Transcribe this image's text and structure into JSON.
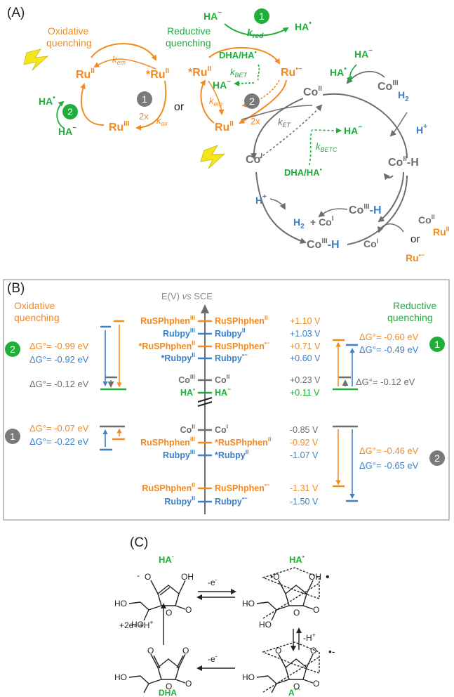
{
  "colors": {
    "orange": "#f28a20",
    "green": "#1fae3a",
    "gray": "#6e6e6e",
    "blue": "#3a7fc9",
    "gold": "#f7e51b",
    "dark": "#222222",
    "panelBorder": "#9a9a9a"
  },
  "panelA": {
    "label": "(A)",
    "oxidative": {
      "title1": "Oxidative",
      "title2": "quenching",
      "ruII_top": "Ru",
      "ruII_top_sup": "II",
      "ruII_star": "*Ru",
      "ruII_star_sup": "II",
      "ruIII": "Ru",
      "ruIII_sup": "III",
      "kem": "k",
      "kem_sub": "em",
      "kox": "k",
      "kox_sub": "ox",
      "two_x": "2x",
      "step_badge": "1",
      "step2_badge": "2",
      "ha_radical": "HA",
      "ha_minus": "HA",
      "dot": "•",
      "minus": "−"
    },
    "or1": "or",
    "reductive": {
      "title1": "Reductive",
      "title2": "quenching",
      "ruII_star": "*Ru",
      "ruII_star_sup": "II",
      "ru_red": "Ru",
      "ru_red_sup": "•−",
      "ruII_bottom": "Ru",
      "ruII_bottom_sup": "II",
      "kem": "k",
      "kem_sub": "em",
      "kbet": "k",
      "kbet_sub": "BET",
      "dha_ha": "DHA/HA",
      "ha_minus": "HA",
      "ha_minus_top": "HA",
      "ha_radical_top": "HA",
      "kred": "k",
      "kred_sub": "red",
      "badge1": "1",
      "badge2": "2",
      "two_x": "2x"
    },
    "cobalt": {
      "coII": "Co",
      "coII_sup": "II",
      "coIII": "Co",
      "coIII_sup": "III",
      "ha_minus": "HA",
      "ha_radical": "HA",
      "h2_top": "H",
      "h2_sub": "2",
      "hplus": "H",
      "coII_H": "Co",
      "coII_H_sup": "II",
      "coII_H_tail": "-H",
      "coI": "Co",
      "coI_sup": "I",
      "ket": "k",
      "ket_sub": "ET",
      "kbetc": "k",
      "kbetc_sub": "BETC",
      "ha_minus_mid": "HA",
      "dha_ha": "DHA/HA",
      "hplus_left": "H",
      "h2_bottom": "H",
      "h2_bottom_sub": "2",
      "plus_coI": "+ Co",
      "plus_coI_sup": "I",
      "coIII_H": "Co",
      "coIII_H_sup": "III",
      "coIII_H_tail": "-H",
      "coIII_H2": "Co",
      "coIII_H2_sup": "III",
      "coIII_H2_tail": "-H",
      "coI_b": "Co",
      "coI_b_sup": "I",
      "coII_b": "Co",
      "coII_b_sup": "II",
      "ruII_b": "Ru",
      "ruII_b_sup": "II",
      "or2": "or",
      "ru_red_b": "Ru",
      "ru_red_b_sup": "•−"
    }
  },
  "panelB": {
    "label": "(B)",
    "axis_title_a": "E(V)",
    "axis_title_vs": "vs",
    "axis_title_b": "SCE",
    "left_title1": "Oxidative",
    "left_title2": "quenching",
    "right_title1": "Reductive",
    "right_title2": "quenching",
    "levels": [
      {
        "left": "RuSPhphen",
        "left_sup": "III",
        "right": "RuSPhphen",
        "right_sup": "II",
        "value": "+1.10 V",
        "color": "orange"
      },
      {
        "left": "Rubpy",
        "left_sup": "III",
        "right": "Rubpy",
        "right_sup": "II",
        "value": "+1.03 V",
        "color": "blue"
      },
      {
        "left": "*RuSPhphen",
        "left_sup": "II",
        "right": "RuSPhphen",
        "right_sup": "•−",
        "value": "+0.71 V",
        "color": "orange"
      },
      {
        "left": "*Rubpy",
        "left_sup": "II",
        "right": "Rubpy",
        "right_sup": "•−",
        "value": "+0.60 V",
        "color": "blue"
      },
      {
        "left": "Co",
        "left_sup": "III",
        "right": "Co",
        "right_sup": "II",
        "value": "+0.23 V",
        "color": "gray"
      },
      {
        "left": "HA",
        "left_sup": "•",
        "right": "HA",
        "right_sup": "−",
        "value": "+0.11 V",
        "color": "green"
      },
      {
        "left": "Co",
        "left_sup": "II",
        "right": "Co",
        "right_sup": "I",
        "value": "-0.85 V",
        "color": "gray"
      },
      {
        "left": "RuSPhphen",
        "left_sup": "III",
        "right": "*RuSPhphen",
        "right_sup": "II",
        "value": "-0.92 V",
        "color": "orange"
      },
      {
        "left": "Rubpy",
        "left_sup": "III",
        "right": "*Rubpy",
        "right_sup": "II",
        "value": "-1.07 V",
        "color": "blue"
      },
      {
        "left": "RuSPhphen",
        "left_sup": "II",
        "right": "RuSPhphen",
        "right_sup": "•−",
        "value": "-1.31 V",
        "color": "orange"
      },
      {
        "left": "Rubpy",
        "left_sup": "II",
        "right": "Rubpy",
        "right_sup": "•−",
        "value": "-1.50 V",
        "color": "blue"
      }
    ],
    "left_top": {
      "badge": "2",
      "dg_orange": "ΔG°= -0.99 eV",
      "dg_blue": "ΔG°= -0.92 eV",
      "dg_gray": "ΔG°= -0.12 eV"
    },
    "left_bottom": {
      "badge": "1",
      "dg_orange": "ΔG°= -0.07 eV",
      "dg_blue": "ΔG°= -0.22 eV"
    },
    "right_top": {
      "badge": "1",
      "dg_orange": "ΔG°= -0.60 eV",
      "dg_blue": "ΔG°= -0.49 eV",
      "dg_gray": "ΔG°= -0.12 eV"
    },
    "right_bottom": {
      "badge": "2",
      "dg_orange": "ΔG°= -0.46 eV",
      "dg_blue": "ΔG°= -0.65 eV"
    }
  },
  "panelC": {
    "label": "(C)",
    "ha_minus": "HA",
    "ha_minus_sup": "-",
    "ha_radical": "HA",
    "ha_radical_sup": "•",
    "a_radical": "A",
    "a_radical_sup": "•−",
    "dha": "DHA",
    "minus_e_top": "-e",
    "minus_e_sup": "-",
    "minus_h": "-H",
    "minus_h_sup": "+",
    "minus_e_bottom": "-e",
    "plus2e": "+2e- +H",
    "plus2e_sup": "+",
    "atom_O": "O",
    "atom_HO": "HO",
    "atom_OH": "OH",
    "atom_minus": "-",
    "rad_dot": "•",
    "rad_dot_minus": "•-"
  }
}
